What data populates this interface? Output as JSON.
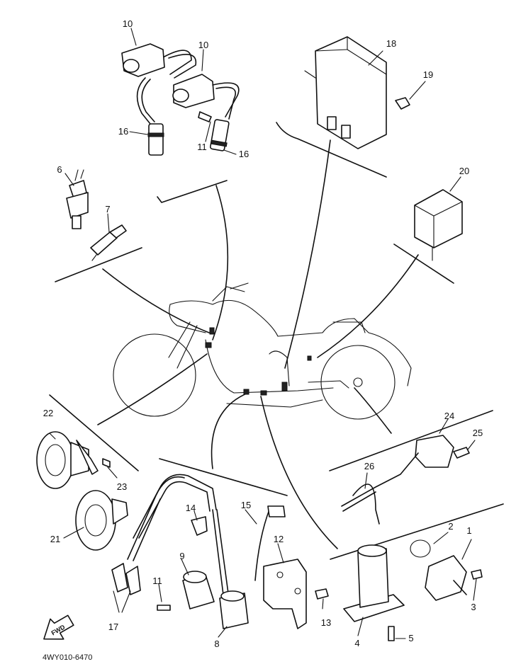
{
  "diagram": {
    "drawing_code": "4WY010-6470",
    "direction_arrow": "FWD",
    "callouts": {
      "c1": "1",
      "c2": "2",
      "c3": "3",
      "c4": "4",
      "c5": "5",
      "c6": "6",
      "c7": "7",
      "c8": "8",
      "c9": "9",
      "c10a": "10",
      "c10b": "10",
      "c11a": "11",
      "c11b": "11",
      "c12": "12",
      "c13": "13",
      "c14": "14",
      "c15": "15",
      "c16a": "16",
      "c16b": "16",
      "c17": "17",
      "c18": "18",
      "c19": "19",
      "c20": "20",
      "c21": "21",
      "c22": "22",
      "c23": "23",
      "c24": "24",
      "c25": "25",
      "c26": "26"
    }
  }
}
